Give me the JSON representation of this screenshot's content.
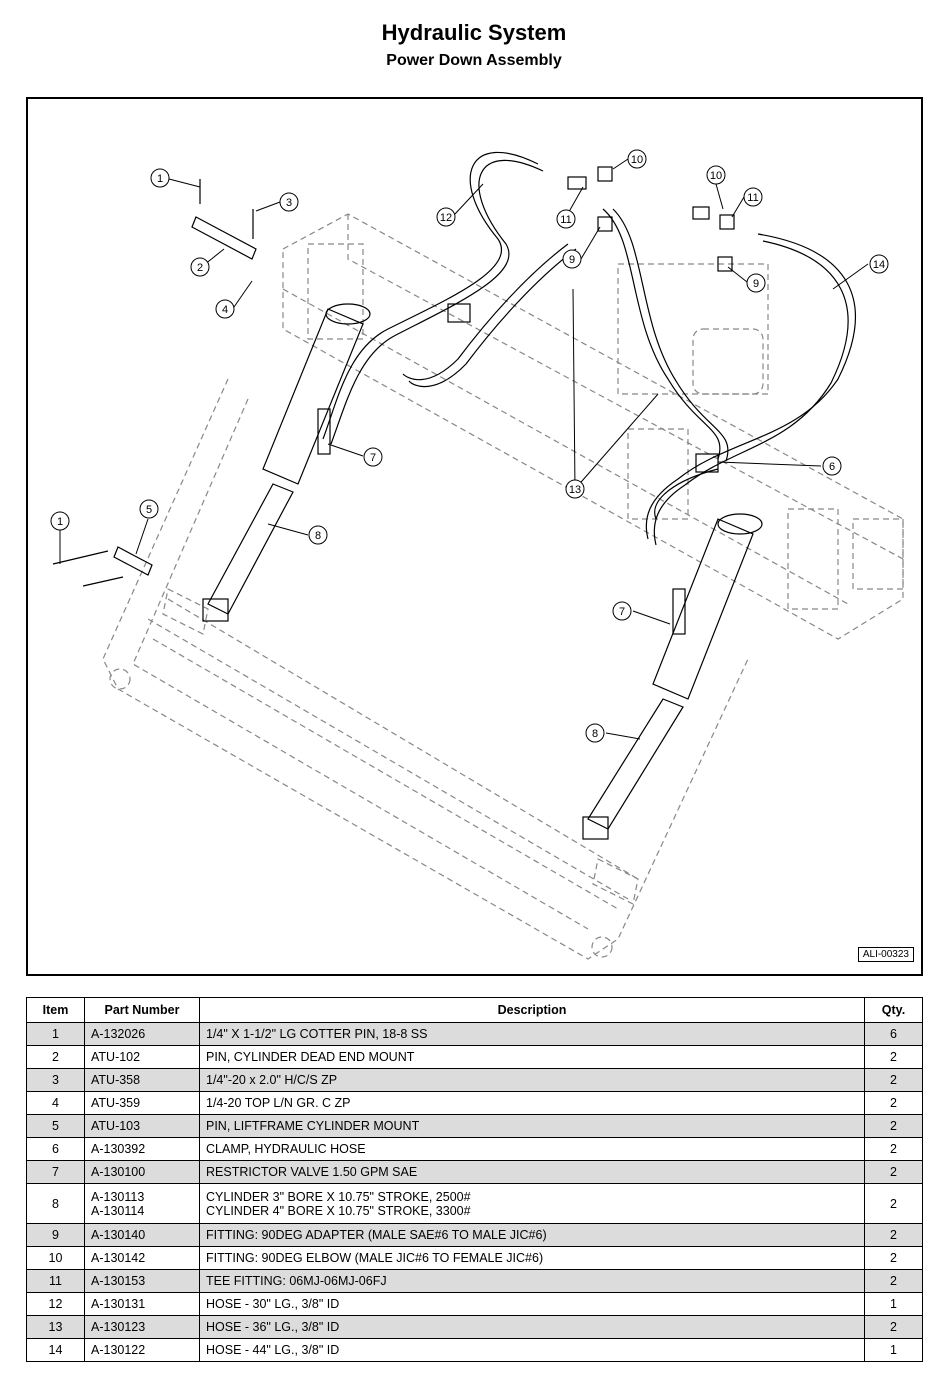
{
  "header": {
    "title": "Hydraulic System",
    "subtitle": "Power Down Assembly"
  },
  "diagram": {
    "drawing_id": "ALI-00323",
    "callouts": [
      "1",
      "2",
      "3",
      "4",
      "1",
      "5",
      "7",
      "8",
      "12",
      "11",
      "10",
      "9",
      "10",
      "11",
      "9",
      "14",
      "13",
      "6",
      "7",
      "8"
    ]
  },
  "table": {
    "headers": {
      "item": "Item",
      "part_number": "Part Number",
      "description": "Description",
      "qty": "Qty."
    },
    "rows": [
      {
        "item": "1",
        "part": "A-132026",
        "desc": "1/4\" X 1-1/2\" LG COTTER PIN, 18-8 SS",
        "qty": "6"
      },
      {
        "item": "2",
        "part": "ATU-102",
        "desc": "PIN, CYLINDER DEAD END MOUNT",
        "qty": "2"
      },
      {
        "item": "3",
        "part": "ATU-358",
        "desc": "1/4\"-20 x 2.0\" H/C/S ZP",
        "qty": "2"
      },
      {
        "item": "4",
        "part": "ATU-359",
        "desc": "1/4-20 TOP L/N GR. C ZP",
        "qty": "2"
      },
      {
        "item": "5",
        "part": "ATU-103",
        "desc": "PIN, LIFTFRAME CYLINDER MOUNT",
        "qty": "2"
      },
      {
        "item": "6",
        "part": "A-130392",
        "desc": "CLAMP, HYDRAULIC HOSE",
        "qty": "2"
      },
      {
        "item": "7",
        "part": "A-130100",
        "desc": "RESTRICTOR VALVE 1.50 GPM SAE",
        "qty": "2"
      },
      {
        "item": "8",
        "part": "A-130113",
        "part2": "A-130114",
        "desc": "CYLINDER 3\" BORE X 10.75\" STROKE, 2500#",
        "desc2": "CYLINDER 4\" BORE X 10.75\" STROKE, 3300#",
        "qty": "2"
      },
      {
        "item": "9",
        "part": "A-130140",
        "desc": "FITTING: 90DEG ADAPTER (MALE SAE#6 TO MALE JIC#6)",
        "qty": "2"
      },
      {
        "item": "10",
        "part": "A-130142",
        "desc": "FITTING: 90DEG ELBOW (MALE JIC#6 TO FEMALE JIC#6)",
        "qty": "2"
      },
      {
        "item": "11",
        "part": "A-130153",
        "desc": "TEE FITTING: 06MJ-06MJ-06FJ",
        "qty": "2"
      },
      {
        "item": "12",
        "part": "A-130131",
        "desc": "HOSE - 30\" LG., 3/8\" ID",
        "qty": "1"
      },
      {
        "item": "13",
        "part": "A-130123",
        "desc": "HOSE - 36\" LG., 3/8\" ID",
        "qty": "2"
      },
      {
        "item": "14",
        "part": "A-130122",
        "desc": "HOSE - 44\" LG., 3/8\" ID",
        "qty": "1"
      }
    ]
  }
}
